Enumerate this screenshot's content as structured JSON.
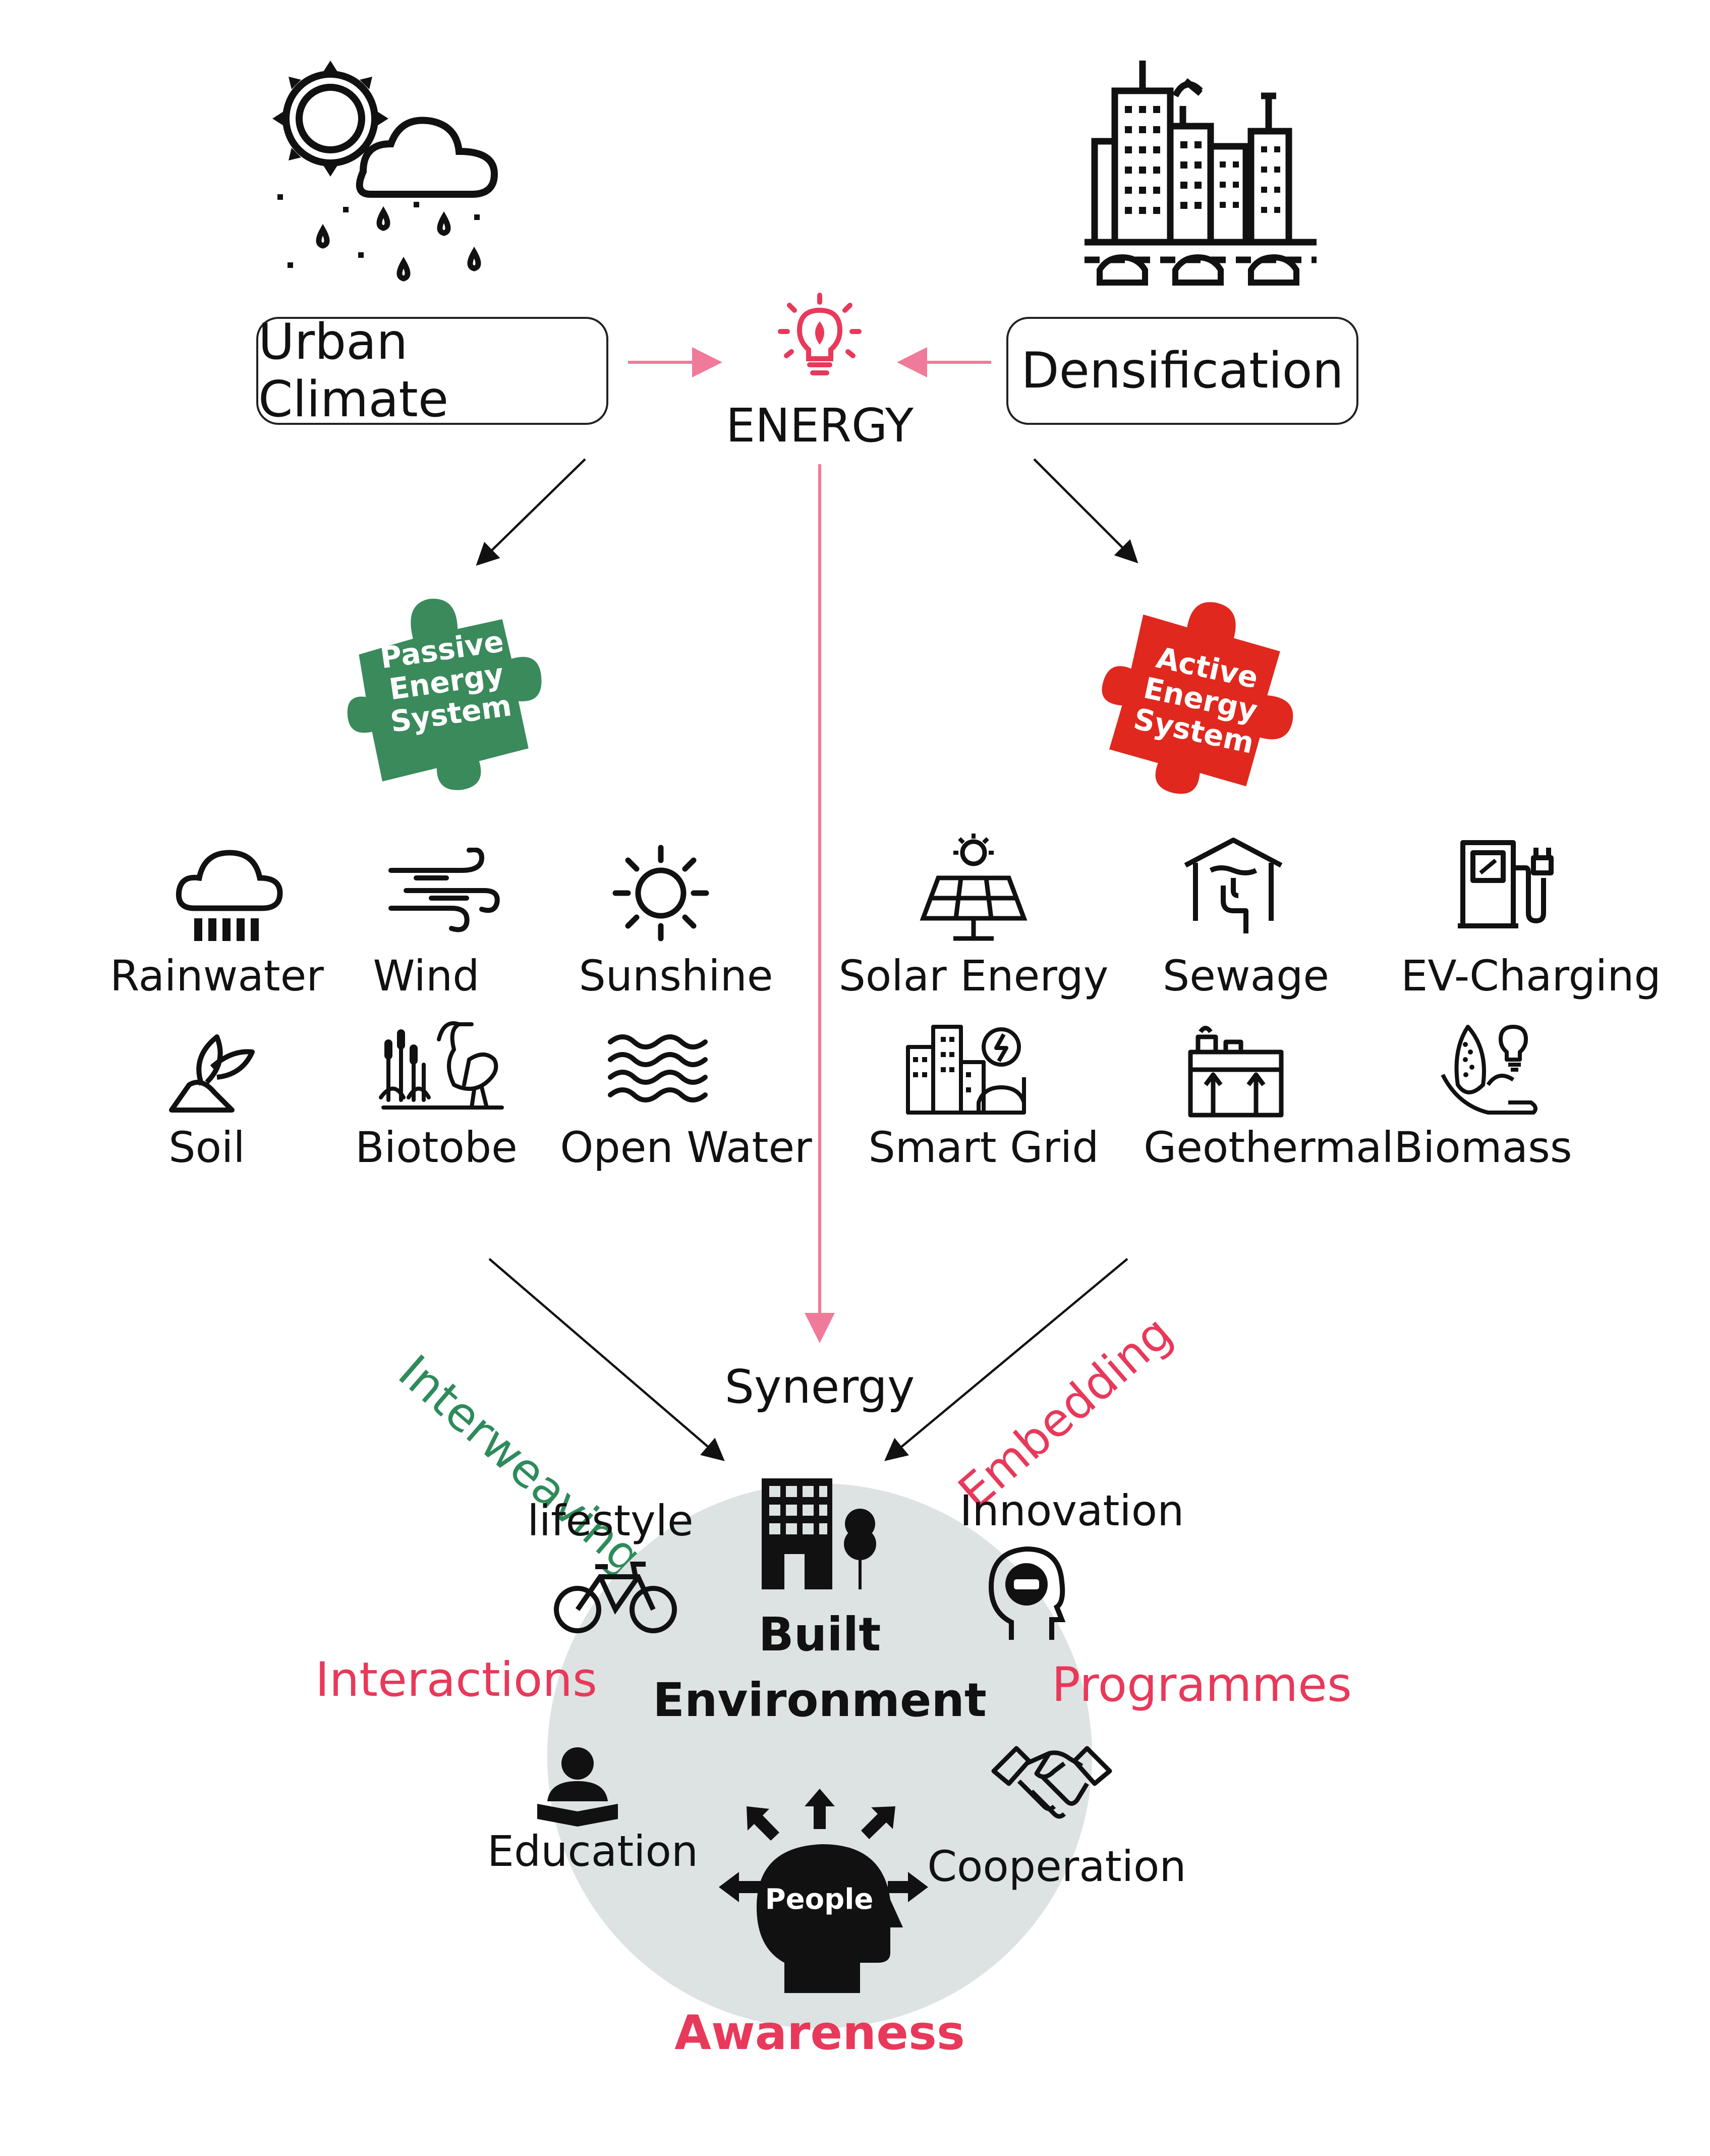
{
  "top": {
    "urban_climate": "Urban Climate",
    "densification": "Densification",
    "energy": "ENERGY"
  },
  "pieces": {
    "passive": [
      "Passive",
      "Energy",
      "System"
    ],
    "active": [
      "Active",
      "Energy",
      "System"
    ]
  },
  "passive_items": [
    "Rainwater",
    "Wind",
    "Sunshine",
    "Soil",
    "Biotobe",
    "Open Water"
  ],
  "active_items": [
    "Solar Energy",
    "Sewage",
    "EV-Charging",
    "Smart Grid",
    "Geothermal",
    "Biomass"
  ],
  "flows": {
    "left": "Interweaving",
    "right": "Embedding",
    "center": "Synergy"
  },
  "circle": {
    "title_line1": "Built",
    "title_line2": "Environment",
    "lifestyle": "lifestyle",
    "innovation": "Innovation",
    "interactions": "Interactions",
    "programmes": "Programmes",
    "education": "Education",
    "cooperation": "Cooperation",
    "people": "People",
    "awareness": "Awareness"
  },
  "colors": {
    "passive_green": "#3a8a5c",
    "active_red": "#e0281e",
    "accent_pink": "#e8395a",
    "arrow_pink": "#f07a9a",
    "circle_gray": "#dde2e2"
  }
}
